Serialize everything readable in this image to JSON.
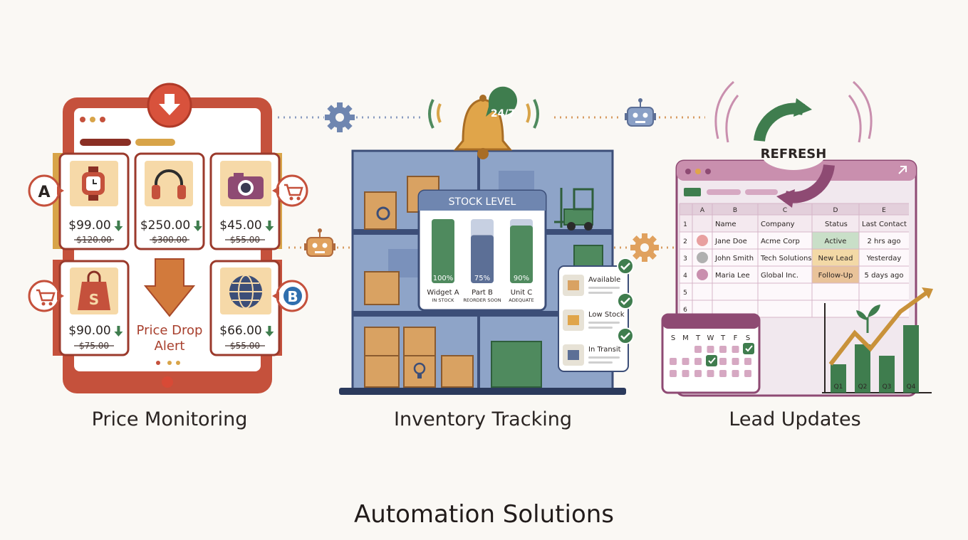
{
  "price_monitoring": {
    "caption": "Price Monitoring",
    "products": [
      {
        "icon": "watch-icon",
        "price": "$99.00",
        "old_price": "$120.00"
      },
      {
        "icon": "headphones-icon",
        "price": "$250.00",
        "old_price": "$300.00"
      },
      {
        "icon": "camera-icon",
        "price": "$45.00",
        "old_price": "$55.00"
      },
      {
        "icon": "shopping-bag-icon",
        "price": "$90.00",
        "old_price": "$75.00"
      },
      {
        "icon": "globe-icon",
        "price": "$66.00",
        "old_price": "$55.00"
      }
    ],
    "alert": {
      "line1": "Price Drop",
      "line2": "Alert"
    },
    "side_badges": {
      "left_top": "A",
      "right_bottom": "B"
    },
    "colors": {
      "frame": "#c5513c",
      "accent": "#d8a449",
      "down": "#3f7d4e"
    }
  },
  "inventory_tracking": {
    "caption": "Inventory Tracking",
    "bell_badge": "24/7",
    "stock_panel": {
      "title": "STOCK LEVEL",
      "bars": [
        {
          "pct": "100%",
          "name": "Widget A",
          "status": "IN STOCK",
          "level": 1.0
        },
        {
          "pct": "75%",
          "name": "Part B",
          "status": "REORDER SOON",
          "level": 0.75
        },
        {
          "pct": "90%",
          "name": "Unit C",
          "status": "ADEQUATE",
          "level": 0.9
        }
      ]
    },
    "status_list": [
      {
        "label": "Available"
      },
      {
        "label": "Low Stock"
      },
      {
        "label": "In Transit"
      }
    ],
    "colors": {
      "shelf": "#6f86b0",
      "green": "#3f7d4e",
      "box": "#d9a262"
    }
  },
  "lead_updates": {
    "caption": "Lead Updates",
    "refresh_label": "REFRESH",
    "sheet": {
      "col_letters": [
        "A",
        "B",
        "C",
        "D",
        "E"
      ],
      "headers": [
        "Name",
        "Company",
        "Status",
        "Last Contact"
      ],
      "rows": [
        {
          "num": "2",
          "name": "Jane Doe",
          "company": "Acme Corp",
          "status": "Active",
          "last": "2 hrs ago"
        },
        {
          "num": "3",
          "name": "John Smith",
          "company": "Tech Solutions",
          "status": "New Lead",
          "last": "Yesterday"
        },
        {
          "num": "4",
          "name": "Maria Lee",
          "company": "Global Inc.",
          "status": "Follow-Up",
          "last": "5 days ago"
        }
      ],
      "row_nums": [
        "1",
        "5",
        "6"
      ]
    },
    "calendar_days": [
      "S",
      "M",
      "T",
      "W",
      "T",
      "F",
      "S"
    ],
    "growth_chart": {
      "quarters": [
        "Q1",
        "Q2",
        "Q3",
        "Q4"
      ]
    },
    "colors": {
      "purple": "#8e4a73",
      "green": "#3f7d4e",
      "gold": "#c9923a"
    }
  },
  "title": "Automation Solutions"
}
